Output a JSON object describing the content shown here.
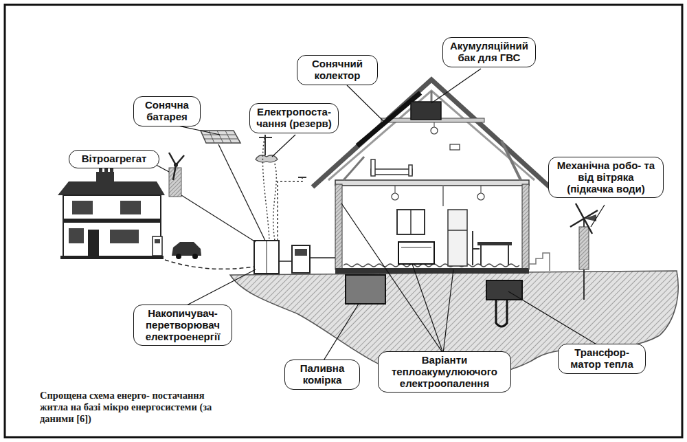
{
  "diagram": {
    "caption": "Спрощена схема енерго- постачання житла на базі мікро енергосистеми (за даними [6])",
    "nodes": [
      {
        "text": [
          "Акумуляційний бак для ГВС"
        ]
      },
      {
        "text": [
          "Сонячний колектор"
        ]
      },
      {
        "text": [
          "Електропоста- чання (резерв)"
        ]
      },
      {
        "text": [
          "Сонячна батарея"
        ]
      },
      {
        "text": [
          "Вітроагрегат"
        ]
      },
      {
        "text": [
          "Механічна робо- та від вітряка (підкачка води)"
        ]
      },
      {
        "text": [
          "Накопичувач- перетворювач електроенергії"
        ]
      },
      {
        "text": [
          "Паливна комірка"
        ]
      },
      {
        "text": [
          "Варіанти теплоакумулюючого електроопалення"
        ]
      },
      {
        "text": [
          "Трансфор- матор тепла"
        ]
      }
    ]
  }
}
